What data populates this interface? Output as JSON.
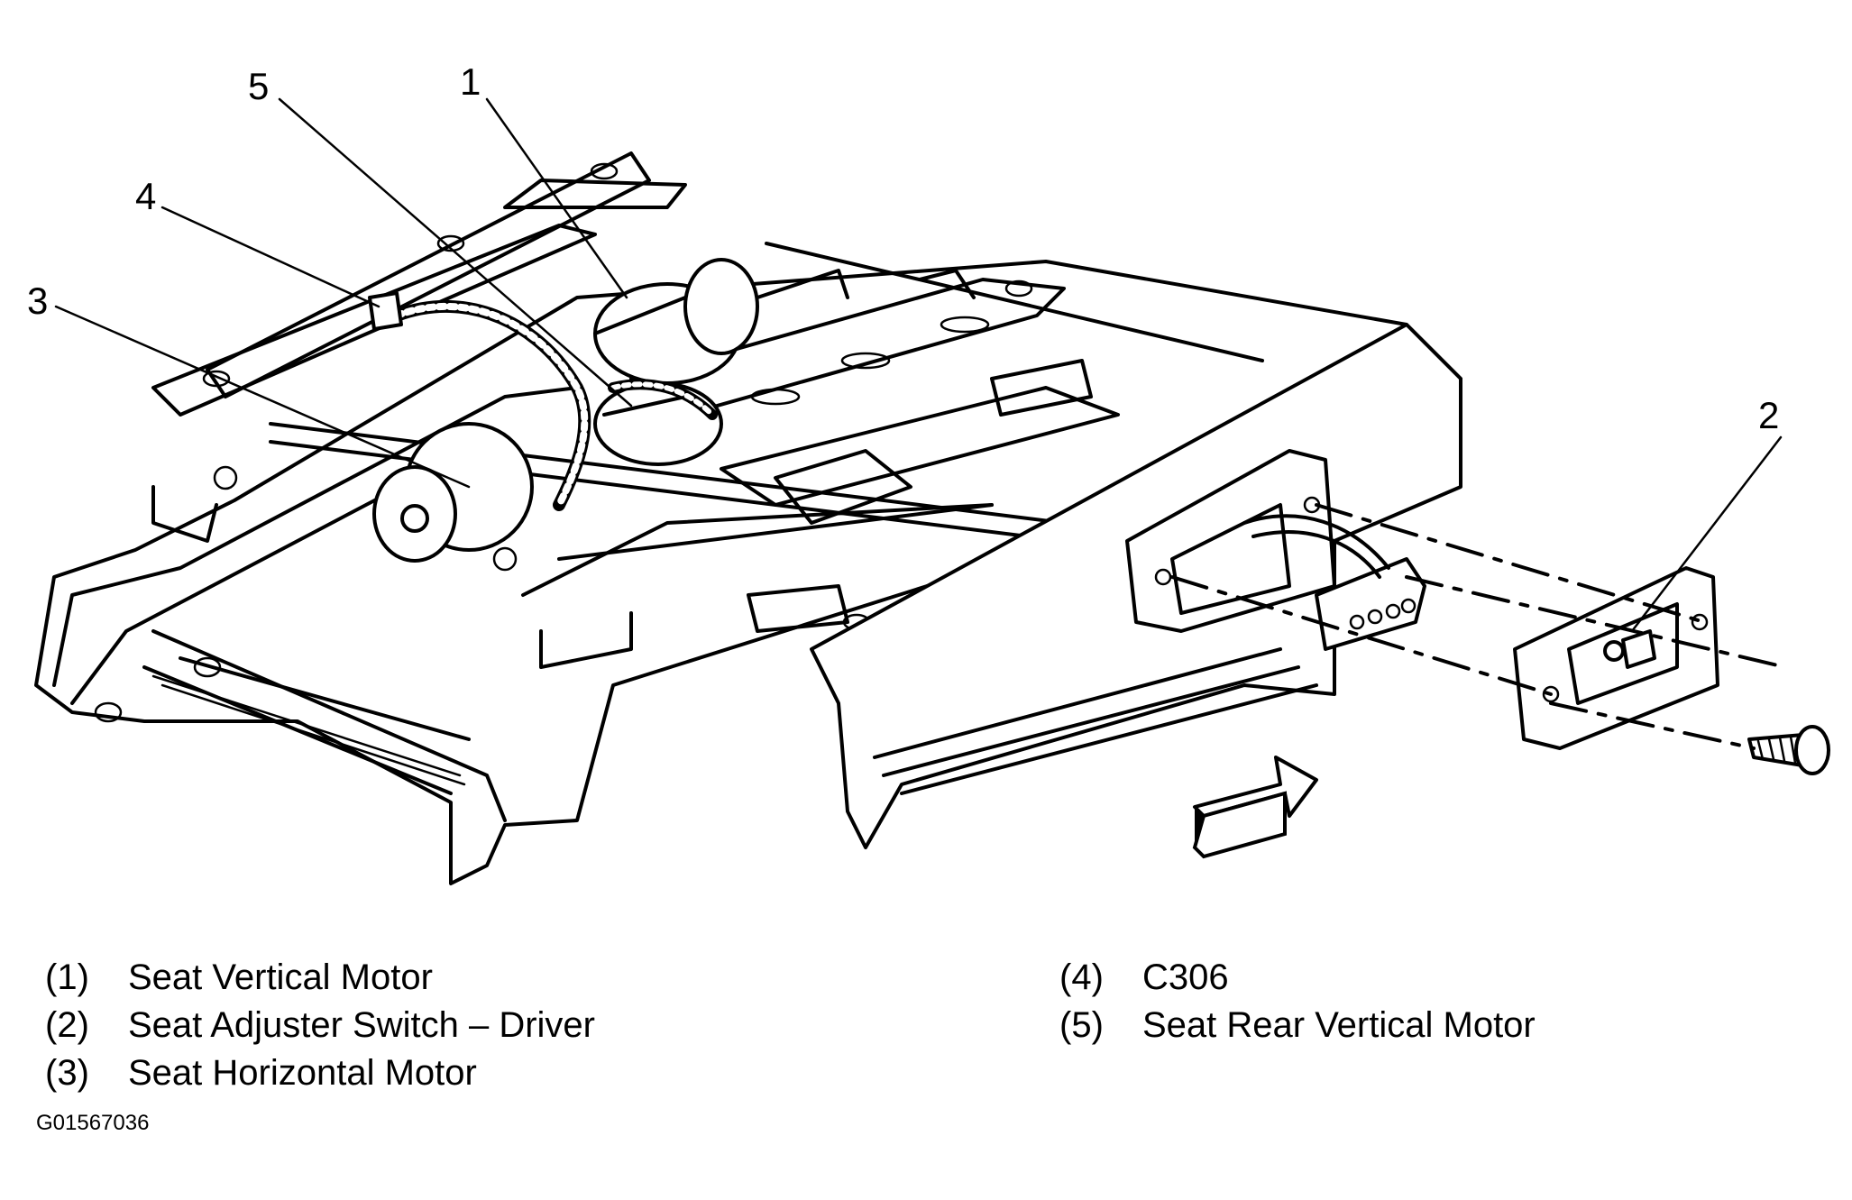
{
  "callouts": [
    {
      "number": "1"
    },
    {
      "number": "2"
    },
    {
      "number": "3"
    },
    {
      "number": "4"
    },
    {
      "number": "5"
    }
  ],
  "legend": {
    "left": [
      {
        "num": "(1)",
        "label": "Seat Vertical Motor"
      },
      {
        "num": "(2)",
        "label": "Seat Adjuster Switch – Driver"
      },
      {
        "num": "(3)",
        "label": "Seat Horizontal Motor"
      }
    ],
    "right": [
      {
        "num": "(4)",
        "label": "C306"
      },
      {
        "num": "(5)",
        "label": "Seat Rear Vertical Motor"
      }
    ]
  },
  "figure_id": "G01567036"
}
